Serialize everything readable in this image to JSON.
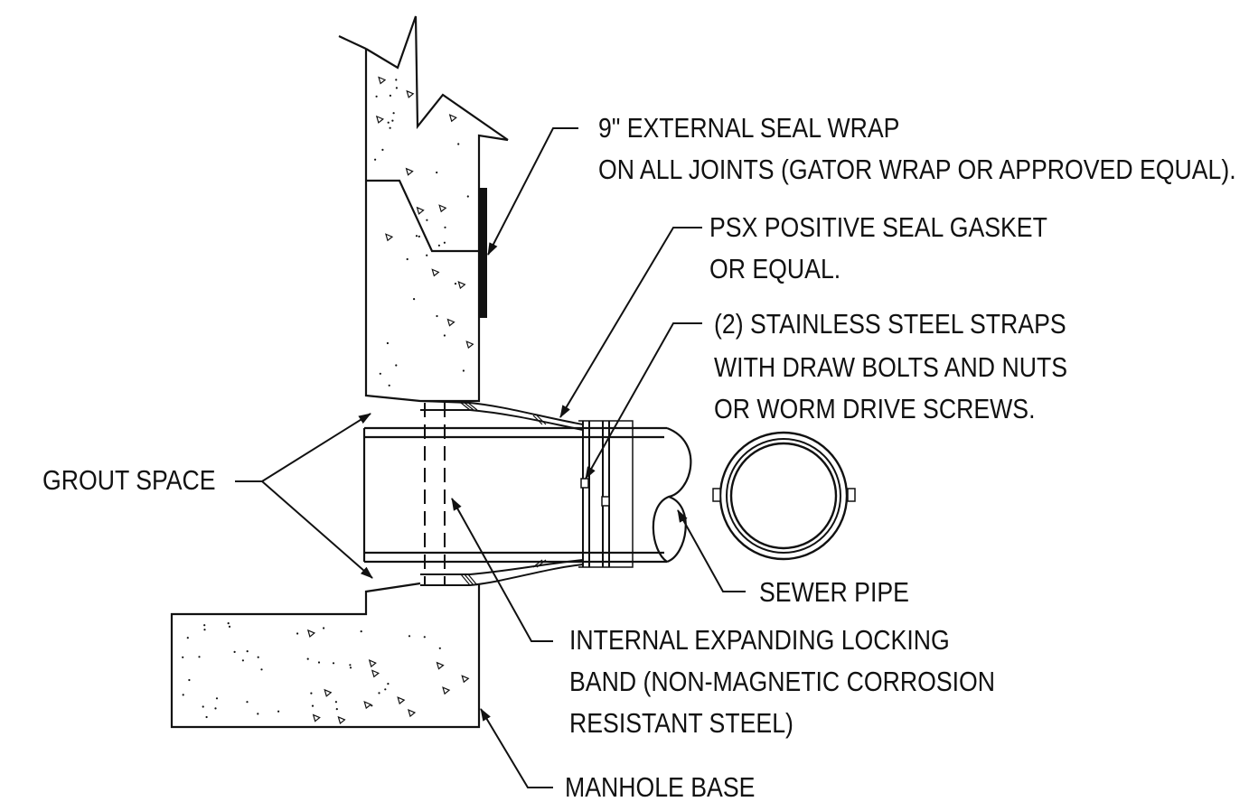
{
  "colors": {
    "ink": "#111111",
    "paper": "#ffffff"
  },
  "callouts": {
    "seal_wrap": {
      "line1": "9\" EXTERNAL SEAL WRAP",
      "line2": "ON ALL JOINTS (GATOR WRAP OR APPROVED EQUAL)."
    },
    "gasket": {
      "line1": "PSX POSITIVE SEAL GASKET",
      "line2": "OR EQUAL."
    },
    "straps": {
      "line1": "(2) STAINLESS STEEL STRAPS",
      "line2": "WITH DRAW BOLTS AND NUTS",
      "line3": "OR WORM DRIVE SCREWS."
    },
    "grout_space": "GROUT SPACE",
    "sewer_pipe": "SEWER PIPE",
    "locking_band": {
      "line1": "INTERNAL EXPANDING LOCKING",
      "line2": "BAND (NON-MAGNETIC CORROSION",
      "line3": "RESISTANT STEEL)"
    },
    "manhole_base": "MANHOLE BASE"
  }
}
